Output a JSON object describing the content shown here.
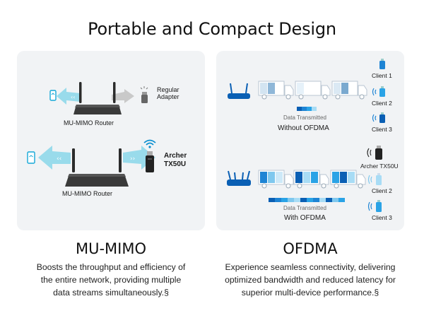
{
  "title": "Portable and Compact Design",
  "mu_mimo": {
    "heading": "MU-MIMO",
    "description_lines": [
      "Boosts the throughput and efficiency of",
      "the entire network,  providing multiple",
      "data streams simultaneously.§"
    ],
    "top": {
      "router_label": "MU-MIMO Router",
      "adapter_label_1": "Regular",
      "adapter_label_2": "Adapter"
    },
    "bottom": {
      "router_label": "MU-MIMO Router",
      "adapter_label_1": "Archer",
      "adapter_label_2": "TX50U"
    }
  },
  "ofdma": {
    "heading": "OFDMA",
    "description_lines": [
      "Experience seamless connectivity, delivering",
      "optimized bandwidth and reduced latency for",
      "superior multi-device performance.§"
    ],
    "top": {
      "data_label": "Data Transmitted",
      "caption": "Without OFDMA",
      "clients": [
        "Client 1",
        "Client 2",
        "Client 3"
      ]
    },
    "bottom": {
      "data_label": "Data Transmitted",
      "caption": "With OFDMA",
      "adapter_label": "Archer TX50U",
      "clients": [
        "Client 2",
        "Client 3"
      ]
    }
  },
  "colors": {
    "accent": "#0a6ed1",
    "arrow": "#8fd8ea",
    "panel": "#f1f3f5"
  }
}
